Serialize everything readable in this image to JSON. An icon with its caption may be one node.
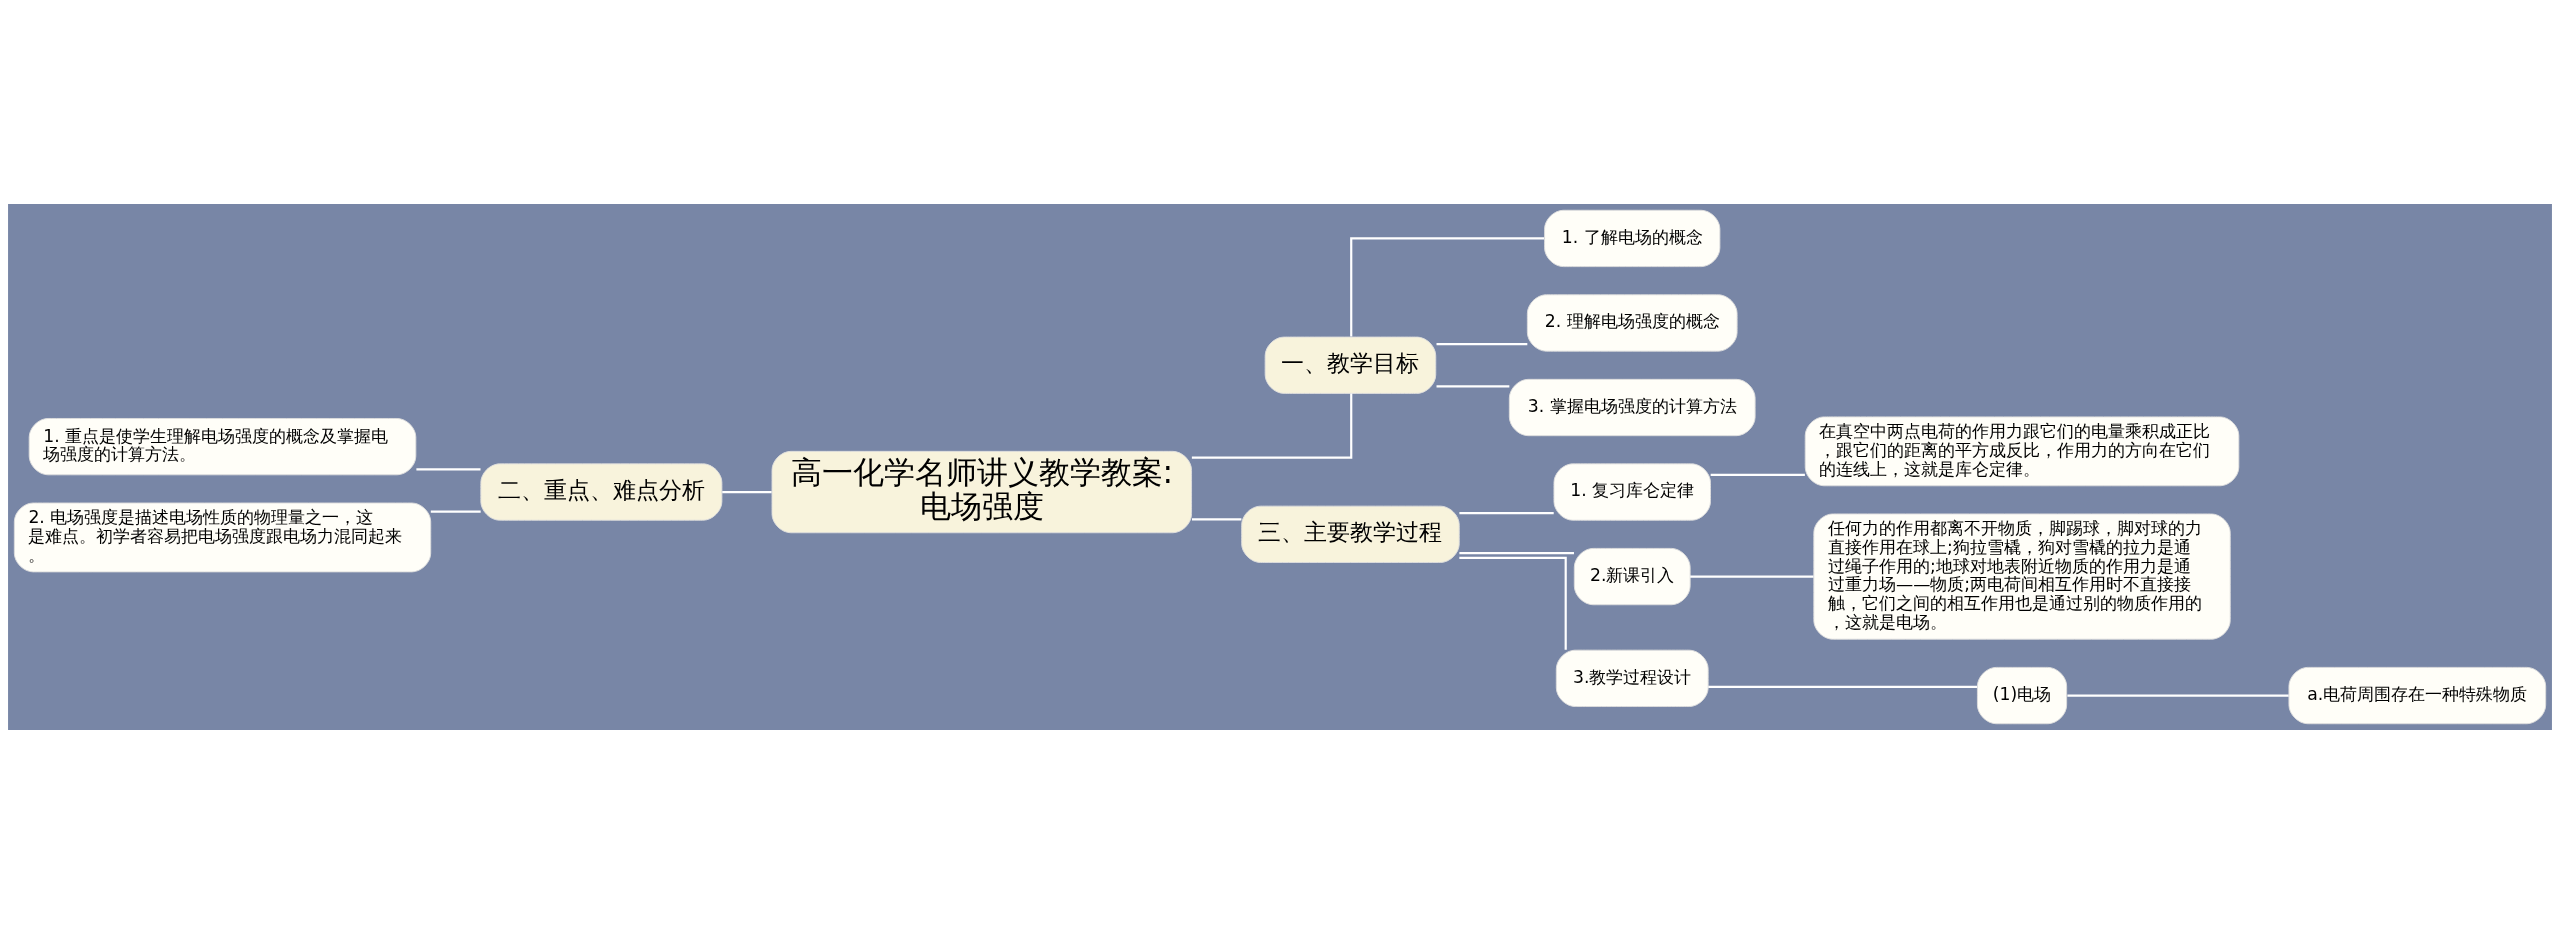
{
  "diagram": {
    "nodes": [
      {
        "text": [
          "高一化学名师讲义教学教案:电场强度"
        ]
      },
      {
        "text": [
          "一、教学目标"
        ]
      },
      {
        "text": [
          "1. 了解电场的概念"
        ]
      },
      {
        "text": [
          "2. 理解电场强度的概念"
        ]
      },
      {
        "text": [
          "3. 掌握电场强度的计算方法"
        ]
      },
      {
        "text": [
          "二、重点、难点分析"
        ]
      },
      {
        "text": [
          "1. 重点是使学生理解电场强度的概念及掌握电场强度的计算方法。"
        ]
      },
      {
        "text": [
          "2. 电场强度是描述电场性质的物理量之一，这是难点。初学者容易把电场强度跟电场力混同起来。"
        ]
      },
      {
        "text": [
          "三、主要教学过程"
        ]
      },
      {
        "text": [
          "1. 复习库仑定律"
        ]
      },
      {
        "text": [
          "在真空中两点电荷的作用力跟它们的电量乘积成正比，跟它们的距离的平方成反比，作用力的方向在它们的连线上，这就是库仑定律。"
        ]
      },
      {
        "text": [
          "2.新课引入"
        ]
      },
      {
        "text": [
          "任何力的作用都离不开物质，脚踢球，脚对球的力直接作用在球上;狗拉雪橇，狗对雪橇的拉力是通过绳子作用的;地球对地表附近物质的作用力是通过重力场——物质;两电荷间相互作用时不直接接触，它们之间的相互作用也是通过别的物质作用的，这就是电场。"
        ]
      },
      {
        "text": [
          "3.教学过程设计"
        ]
      },
      {
        "text": [
          "(1)电场"
        ]
      },
      {
        "text": [
          "a.电荷周围存在一种特殊物质"
        ]
      }
    ],
    "edges": [
      {
        "from": 0,
        "to": 1,
        "arrow": "none"
      },
      {
        "from": 1,
        "to": 2,
        "arrow": "none"
      },
      {
        "from": 1,
        "to": 3,
        "arrow": "none"
      },
      {
        "from": 1,
        "to": 4,
        "arrow": "none"
      },
      {
        "from": 0,
        "to": 5,
        "arrow": "none"
      },
      {
        "from": 5,
        "to": 6,
        "arrow": "none"
      },
      {
        "from": 5,
        "to": 7,
        "arrow": "none"
      },
      {
        "from": 0,
        "to": 8,
        "arrow": "none"
      },
      {
        "from": 8,
        "to": 9,
        "arrow": "none"
      },
      {
        "from": 9,
        "to": 10,
        "arrow": "none"
      },
      {
        "from": 8,
        "to": 11,
        "arrow": "none"
      },
      {
        "from": 11,
        "to": 12,
        "arrow": "none"
      },
      {
        "from": 8,
        "to": 13,
        "arrow": "none"
      },
      {
        "from": 13,
        "to": 14,
        "arrow": "none"
      },
      {
        "from": 14,
        "to": 15,
        "arrow": "none"
      }
    ]
  }
}
